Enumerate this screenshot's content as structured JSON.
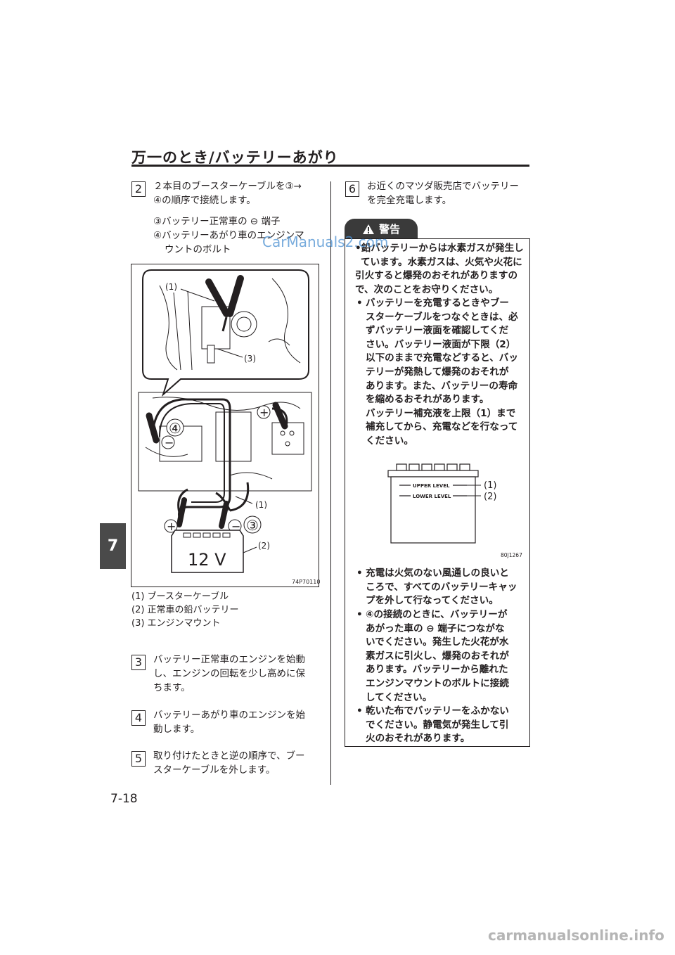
{
  "header": {
    "title": "万一のとき/バッテリーあがり"
  },
  "side_tab": "7",
  "page_number": "7-18",
  "step2": {
    "num": "2",
    "line1": "２本目のブースターケーブルを③→",
    "line2": "④の順序で接続します。",
    "sub1": "③バッテリー正常車の ⊖ 端子",
    "sub2": "④バッテリーあがり車のエンジンマ",
    "sub3": "ウントのボルト"
  },
  "figure1": {
    "label_1": "(1)",
    "label_3": "(3)",
    "label_1b": "(1)",
    "label_2": "(2)",
    "circle3": "③",
    "circle4": "④",
    "plus": "+",
    "minus": "−",
    "battery": "12 V",
    "code": "74P70110"
  },
  "legend": [
    "(1) ブースターケーブル",
    "(2) 正常車の鉛バッテリー",
    "(3) エンジンマウント"
  ],
  "step3": {
    "num": "3",
    "line1": "バッテリー正常車のエンジンを始動",
    "line2": "し、エンジンの回転を少し高めに保",
    "line3": "ちます。"
  },
  "step4": {
    "num": "4",
    "line1": "バッテリーあがり車のエンジンを始",
    "line2": "動します。"
  },
  "step5": {
    "num": "5",
    "line1": "取り付けたときと逆の順序で、ブー",
    "line2": "スターケーブルを外します。"
  },
  "step6": {
    "num": "6",
    "line1": "お近くのマツダ販売店でバッテリー",
    "line2": "を完全充電します。"
  },
  "warning": {
    "title": "警告",
    "p1": [
      "•鉛バッテリーからは水素ガスが発生し",
      "ています。水素ガスは、火気や火花に",
      "引火すると爆発のおそれがありますの",
      "で、次のことをお守りください。"
    ],
    "b1": [
      "バッテリーを充電するときやブー",
      "スターケーブルをつなぐときは、必",
      "ずバッテリー液面を確認してくだ",
      "さい。バッテリー液面が下限（2）",
      "以下のままで充電などすると、バッ",
      "テリーが発熱して爆発のおそれが",
      "あります。また、バッテリーの寿命",
      "を縮めるおそれがあります。",
      "バッテリー補充液を上限（1）まで",
      "補充してから、充電などを行なって",
      "ください。"
    ],
    "b2": [
      "充電は火気のない風通しの良いと",
      "ころで、すべてのバッテリーキャッ",
      "プを外して行なってください。"
    ],
    "b3": [
      "④の接続のときに、バッテリーが",
      "あがった車の ⊖ 端子につながな",
      "いでください。発生した火花が水",
      "素ガスに引火し、爆発のおそれが",
      "あります。バッテリーから離れた",
      "エンジンマウントのボルトに接続",
      "してください。"
    ],
    "b4": [
      "乾いた布でバッテリーをふかない",
      "でください。静電気が発生して引",
      "火のおそれがあります。"
    ],
    "bullet": "•"
  },
  "figure2": {
    "upper": "UPPER LEVEL",
    "lower": "LOWER LEVEL",
    "label_1": "(1)",
    "label_2": "(2)",
    "code": "80J1267"
  },
  "watermark": "CarManuals2.com",
  "footer_watermark": "carmanualsonline.info"
}
